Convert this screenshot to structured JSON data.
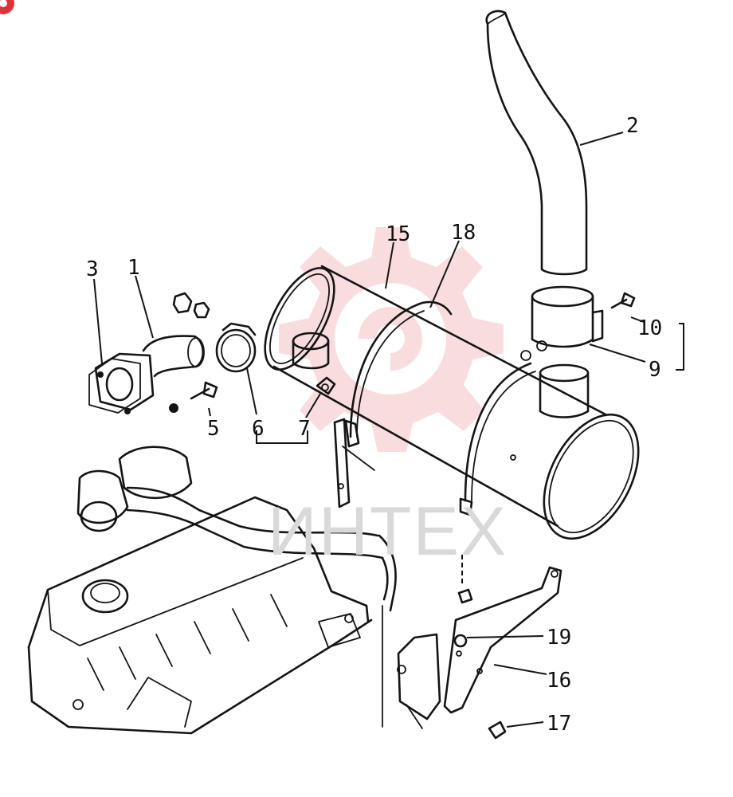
{
  "watermark": {
    "text": "ИНТЕХ",
    "color": "#e8686e"
  },
  "corner_badge": {
    "color": "#e0323a"
  },
  "callouts": [
    "2",
    "15",
    "18",
    "3",
    "1",
    "10",
    "9",
    "5",
    "6",
    "7",
    "19",
    "16",
    "17"
  ],
  "ink_color": "#141414"
}
